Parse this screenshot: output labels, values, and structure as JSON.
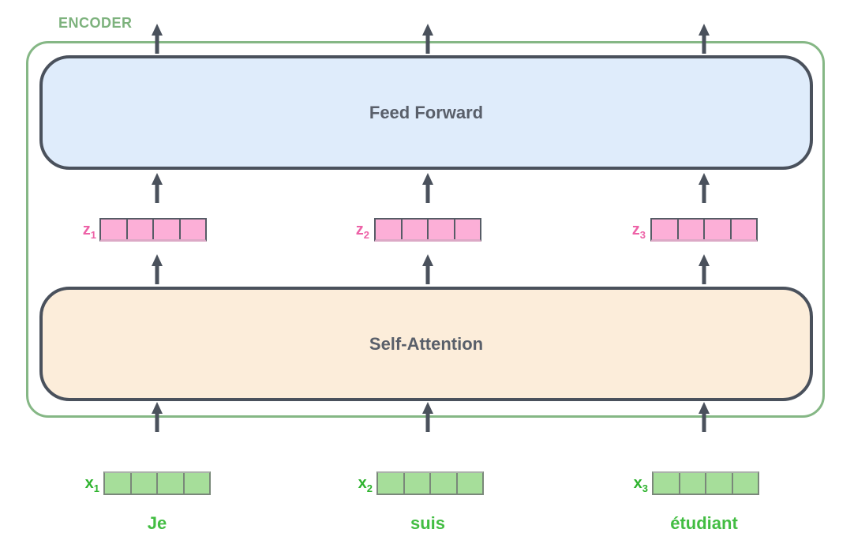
{
  "encoder": {
    "label": "ENCODER"
  },
  "blocks": {
    "feed_forward": "Feed Forward",
    "self_attention": "Self-Attention"
  },
  "z_vectors": [
    {
      "label": "z",
      "sub": "1",
      "cells": 4
    },
    {
      "label": "z",
      "sub": "2",
      "cells": 4
    },
    {
      "label": "z",
      "sub": "3",
      "cells": 4
    }
  ],
  "x_vectors": [
    {
      "label": "x",
      "sub": "1",
      "cells": 4
    },
    {
      "label": "x",
      "sub": "2",
      "cells": 4
    },
    {
      "label": "x",
      "sub": "3",
      "cells": 4
    }
  ],
  "words": [
    "Je",
    "suis",
    "étudiant"
  ],
  "colors": {
    "encoder_border": "#85B785",
    "encoder_label_text": "#7DB27D",
    "block_border": "#4A515C",
    "block_text": "#595F6A",
    "feed_forward_fill": "#DFECFB",
    "self_attention_fill": "#FCEDDA",
    "z_vector_fill": "#FCAFD7",
    "z_label_text": "#ED62A7",
    "x_vector_fill": "#A6DE9A",
    "x_label_text": "#2FB32F",
    "word_text": "#42BD42",
    "arrow": "#4A515C",
    "background": "#FFFFFF"
  }
}
